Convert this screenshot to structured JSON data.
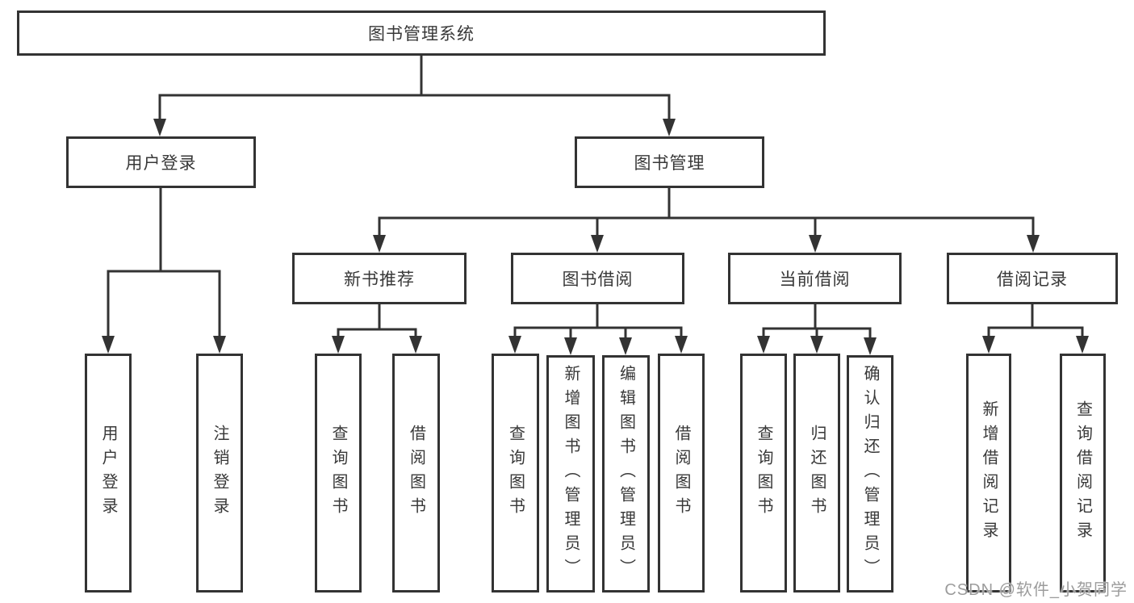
{
  "diagram": {
    "root": {
      "label": "图书管理系统"
    },
    "branches": [
      {
        "label": "用户登录",
        "children": [
          {
            "label": "用户登录"
          },
          {
            "label": "注销登录"
          }
        ]
      },
      {
        "label": "图书管理",
        "children": [
          {
            "label": "新书推荐",
            "children": [
              {
                "label": "查询图书"
              },
              {
                "label": "借阅图书"
              }
            ]
          },
          {
            "label": "图书借阅",
            "children": [
              {
                "label": "查询图书"
              },
              {
                "label": "新增图书（管理员）"
              },
              {
                "label": "编辑图书（管理员）"
              },
              {
                "label": "借阅图书"
              }
            ]
          },
          {
            "label": "当前借阅",
            "children": [
              {
                "label": "查询图书"
              },
              {
                "label": "归还图书"
              },
              {
                "label": "确认归还（管理员）"
              }
            ]
          },
          {
            "label": "借阅记录",
            "children": [
              {
                "label": "新增借阅记录"
              },
              {
                "label": "查询借阅记录"
              }
            ]
          }
        ]
      }
    ]
  },
  "watermark": {
    "text": "CSDN @软件_小贺同学"
  },
  "colors": {
    "line": "#333333",
    "box_border": "#333333",
    "text": "#383838",
    "watermark": "#9c9c9c",
    "background": "#ffffff"
  }
}
